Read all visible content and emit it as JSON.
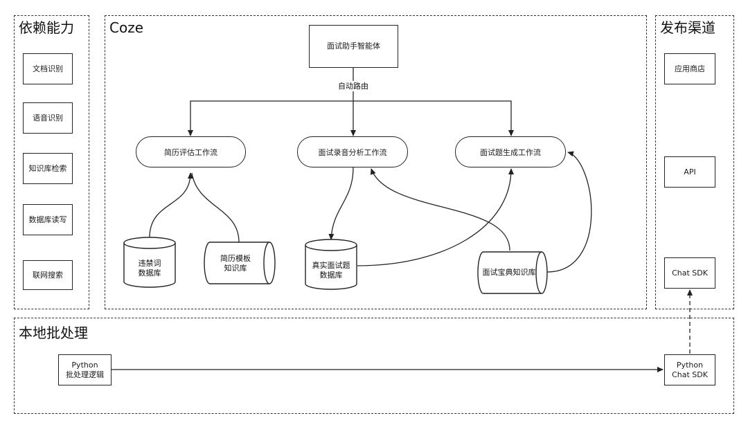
{
  "groups": {
    "capabilities": {
      "title": "依赖能力",
      "items": [
        "文档识别",
        "语音识别",
        "知识库检索",
        "数据库读写",
        "联网搜索"
      ]
    },
    "coze": {
      "title": "Coze"
    },
    "channels": {
      "title": "发布渠道",
      "items": [
        "应用商店",
        "API",
        "Chat SDK"
      ]
    },
    "local": {
      "title": "本地批处理"
    }
  },
  "coze": {
    "agent": "面试助手智能体",
    "routing_label": "自动路由",
    "workflows": {
      "resume": "简历评估工作流",
      "audio": "面试录音分析工作流",
      "question": "面试题生成工作流"
    },
    "databases": {
      "banned_words": "违禁词\n数据库",
      "resume_template": "简历模板\n知识库",
      "real_questions": "真实面试题\n数据库",
      "interview_kb": "面试宝典知识库"
    }
  },
  "local": {
    "python_batch": "Python\n批处理逻辑",
    "python_sdk": "Python\nChat SDK"
  }
}
